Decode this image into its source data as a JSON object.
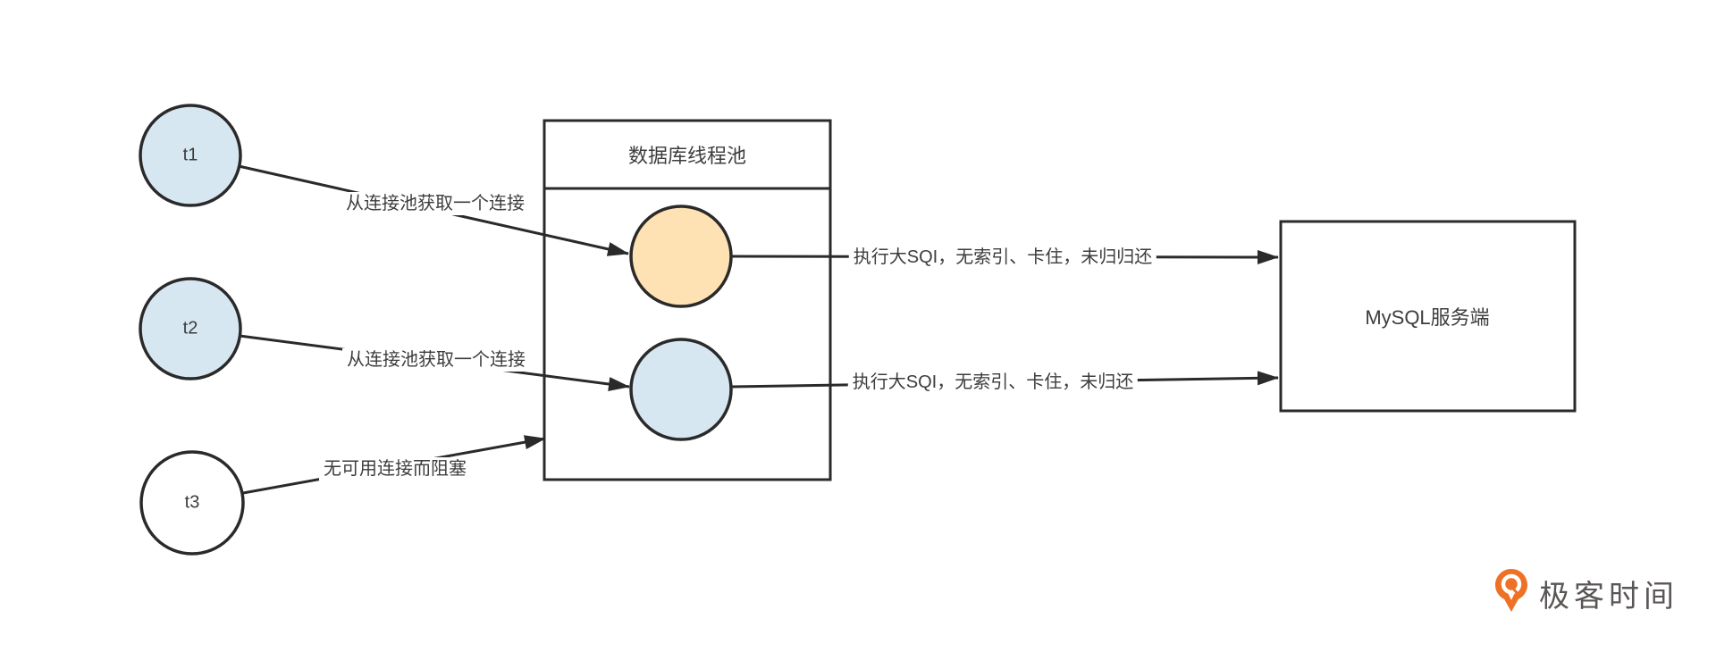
{
  "diagram": {
    "threads": [
      {
        "label": "t1"
      },
      {
        "label": "t2"
      },
      {
        "label": "t3"
      }
    ],
    "pool": {
      "title": "数据库线程池"
    },
    "server": {
      "label": "MySQL服务端"
    },
    "edge_labels": {
      "t1_to_pool": "从连接池获取一个连接",
      "t2_to_pool": "从连接池获取一个连接",
      "t3_blocked": "无可用连接而阻塞",
      "conn1_to_server": "执行大SQI，无索引、卡住，未归归还",
      "conn2_to_server": "执行大SQI，无索引、卡住，未归还"
    }
  },
  "branding": {
    "logo_text": "极客时间",
    "logo_icon": "geektime-pin-icon"
  },
  "colors": {
    "background": "#ffffff",
    "stroke": "#2a2a2a",
    "thread_fill": "#d7e7f1",
    "busy_connection_fill": "#ffe2b3",
    "idle_connection_fill": "#d7e7f1",
    "blocked_thread_fill": "#ffffff",
    "logo_orange": "#ee7125",
    "text": "#3d3d3d"
  }
}
